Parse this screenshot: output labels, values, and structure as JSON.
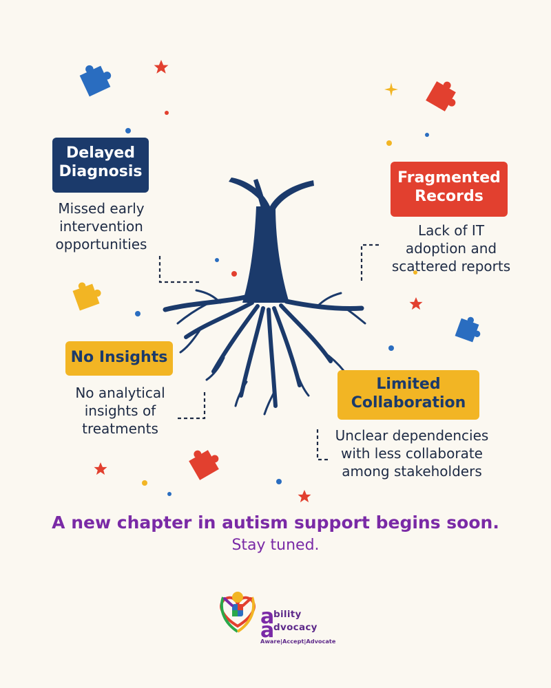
{
  "colors": {
    "background": "#fbf8f1",
    "navy": "#1b3a6b",
    "red": "#e2402f",
    "yellow": "#f2b524",
    "blue": "#2a6dc0",
    "purple": "#7a2aa6"
  },
  "cards": {
    "delayed": {
      "title": [
        "Delayed",
        "Diagnosis"
      ],
      "desc": [
        "Missed early",
        "intervention",
        "opportunities"
      ]
    },
    "fragmented": {
      "title": [
        "Fragmented",
        "Records"
      ],
      "desc": [
        "Lack of IT",
        "adoption and",
        "scattered reports"
      ]
    },
    "insights": {
      "title": [
        "No Insights"
      ],
      "desc": [
        "No analytical",
        "insights of",
        "treatments"
      ]
    },
    "collab": {
      "title": [
        "Limited",
        "Collaboration"
      ],
      "desc": [
        "Unclear dependencies",
        "with less collaborate",
        "among stakeholders"
      ]
    }
  },
  "headline": "A new chapter in autism support begins soon.",
  "subline": "Stay tuned.",
  "logo": {
    "letter": "a",
    "word_1": "bility",
    "word_2": "dvocacy",
    "tagline": "Aware|Accept|Advocate",
    "icon": "puzzle-person-heart-icon"
  },
  "decorations": [
    "tree-icon",
    "puzzle-piece-icon",
    "star-icon",
    "sparkle-icon"
  ]
}
